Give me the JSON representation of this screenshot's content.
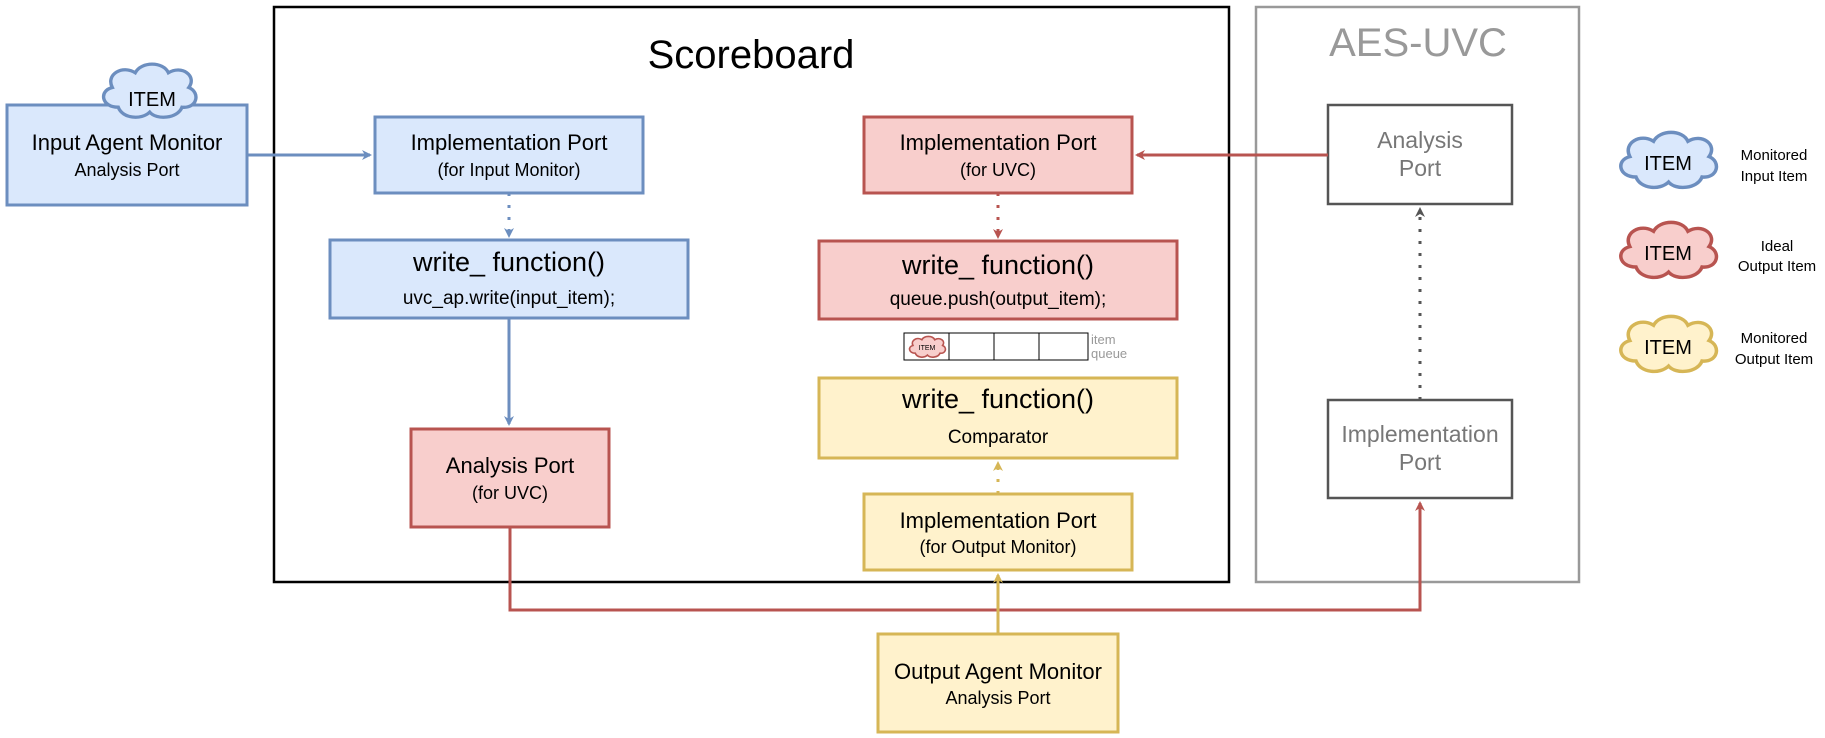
{
  "scoreboard": {
    "title": "Scoreboard"
  },
  "aes_uvc": {
    "title": "AES-UVC",
    "analysis_port": [
      "Analysis",
      "Port"
    ],
    "implementation_port": [
      "Implementation",
      "Port"
    ]
  },
  "input_monitor": {
    "title": "Input Agent Monitor",
    "sub": "Analysis Port",
    "cloud": "ITEM"
  },
  "output_monitor": {
    "title": "Output Agent Monitor",
    "sub": "Analysis Port"
  },
  "impl_input": {
    "title": "Implementation Port",
    "sub": "(for Input Monitor)"
  },
  "write_input": {
    "title": "write_ function()",
    "sub": "uvc_ap.write(input_item);"
  },
  "analysis_uvc": {
    "title": "Analysis Port",
    "sub": "(for UVC)"
  },
  "impl_uvc": {
    "title": "Implementation Port",
    "sub": "(for UVC)"
  },
  "write_queue": {
    "title": "write_ function()",
    "sub": "queue.push(output_item);"
  },
  "queue": {
    "cell_item": "ITEM",
    "label_line1": "item",
    "label_line2": "queue"
  },
  "write_compare": {
    "title": "write_ function()",
    "sub": "Comparator"
  },
  "impl_output": {
    "title": "Implementation Port",
    "sub": "(for Output Monitor)"
  },
  "legend": [
    {
      "cloud": "ITEM",
      "line1": "Monitored",
      "line2": "Input Item",
      "fill": "#dae8fc",
      "stroke": "#6c8ebf"
    },
    {
      "cloud": "ITEM",
      "line1": "Ideal",
      "line2": "Output Item",
      "fill": "#f8cecc",
      "stroke": "#b85450"
    },
    {
      "cloud": "ITEM",
      "line1": "Monitored",
      "line2": "Output Item",
      "fill": "#fff2cc",
      "stroke": "#d6b656"
    }
  ],
  "colors": {
    "blue_fill": "#dae8fc",
    "blue_stroke": "#6c8ebf",
    "red_fill": "#f8cecc",
    "red_stroke": "#b85450",
    "yellow_fill": "#fff2cc",
    "yellow_stroke": "#d6b656",
    "gray_stroke": "#999999",
    "dark_gray_stroke": "#555555"
  }
}
